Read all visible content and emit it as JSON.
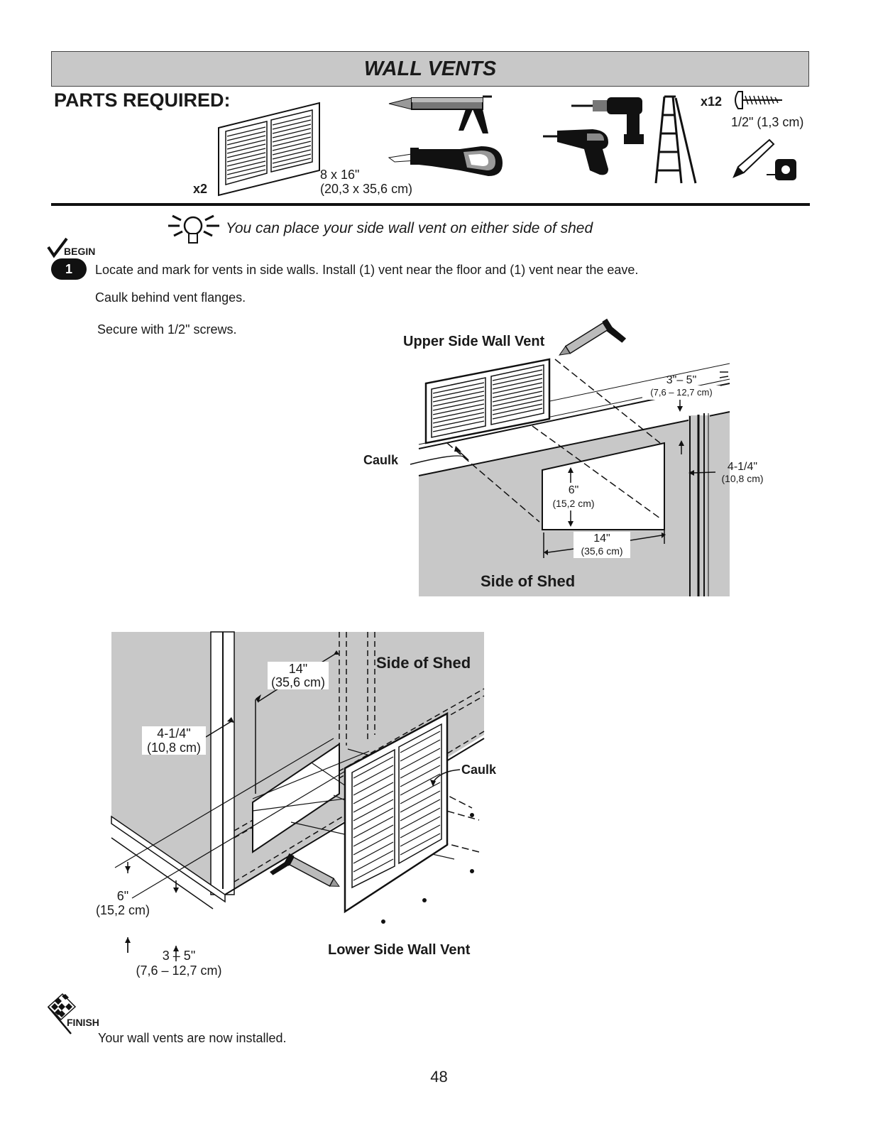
{
  "title": "WALL VENTS",
  "parts": {
    "heading": "PARTS REQUIRED:",
    "vent_qty": "x2",
    "vent_size_in": "8 x 16\"",
    "vent_size_cm": "(20,3 x 35,6 cm)",
    "screw_qty": "x12",
    "screw_size": "1/2\" (1,3 cm)"
  },
  "tip": "You can place your side wall vent on either side of shed",
  "begin_label": "BEGIN",
  "step": {
    "number": "1",
    "line1": "Locate and mark for vents in side walls. Install (1) vent near the floor and (1) vent near the eave.",
    "line2": "Caulk behind vent flanges.",
    "line3": "Secure with 1/2\" screws."
  },
  "upper_diagram": {
    "title": "Upper Side Wall Vent",
    "caulk": "Caulk",
    "gap_in": "3\"– 5\"",
    "gap_cm": "(7,6 – 12,7 cm)",
    "side_in": "4-1/4\"",
    "side_cm": "(10,8 cm)",
    "height_in": "6\"",
    "height_cm": "(15,2 cm)",
    "width_in": "14\"",
    "width_cm": "(35,6 cm)",
    "wall_label": "Side of Shed"
  },
  "lower_diagram": {
    "wall_label": "Side of Shed",
    "width_in": "14\"",
    "width_cm": "(35,6 cm)",
    "side_in": "4-1/4\"",
    "side_cm": "(10,8 cm)",
    "caulk": "Caulk",
    "height_in": "6\"",
    "height_cm": "(15,2 cm)",
    "gap_in": "3 – 5\"",
    "gap_cm": "(7,6 – 12,7 cm)",
    "title": "Lower Side Wall Vent"
  },
  "finish_label": "FINISH",
  "finish_text": "Your wall vents are now installed.",
  "page_number": "48"
}
